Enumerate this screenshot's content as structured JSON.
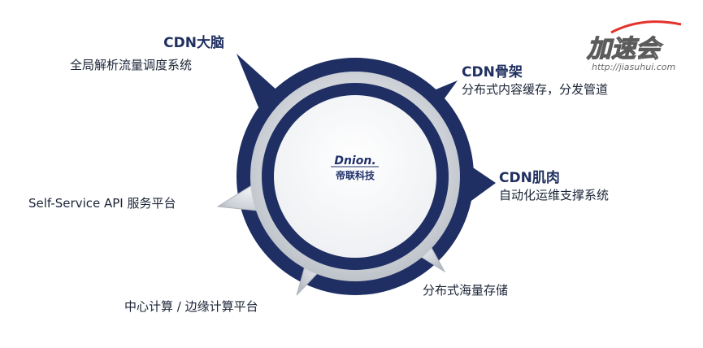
{
  "center": {
    "logo_text": "Dnion.",
    "company_name": "帝联科技"
  },
  "nodes": {
    "brain": {
      "title": "CDN大脑",
      "subtitle": "全局解析流量调度系统"
    },
    "skeleton": {
      "title": "CDN骨架",
      "subtitle": "分布式内容缓存，分发管道"
    },
    "muscle": {
      "title": "CDN肌肉",
      "subtitle": "自动化运维支撑系统"
    },
    "selfservice": {
      "label": "Self-Service API 服务平台"
    },
    "edge": {
      "label": "中心计算 / 边缘计算平台"
    },
    "storage": {
      "label": "分布式海量存储"
    }
  },
  "watermark": {
    "brand": "加速会",
    "url": "http://jiasuhui.com"
  },
  "colors": {
    "navy": "#1f2f63",
    "silver": "#c8ccd3",
    "white": "#ffffff"
  }
}
